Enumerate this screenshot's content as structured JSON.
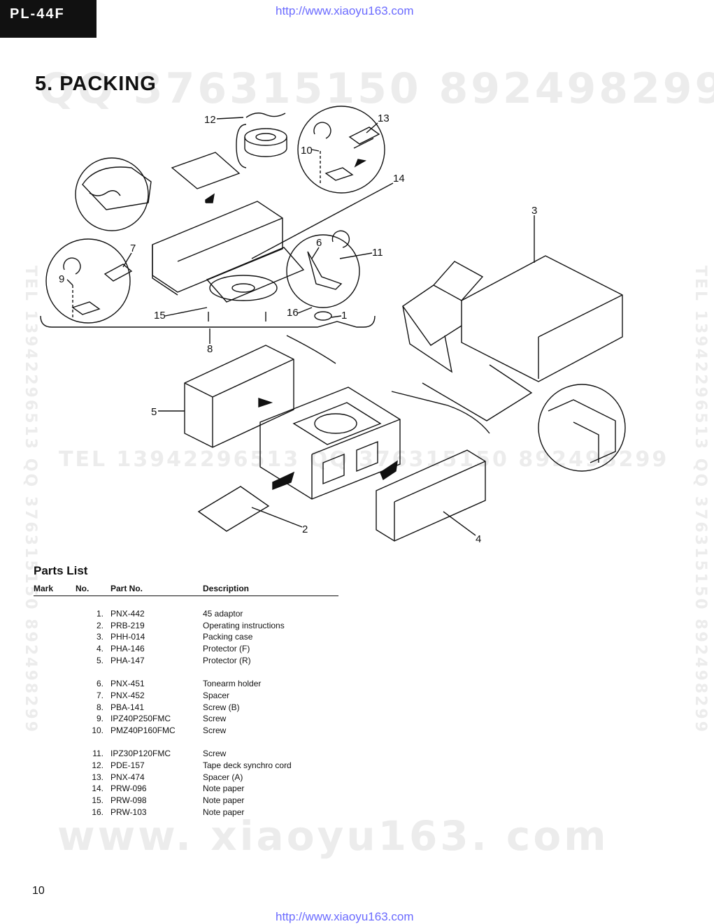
{
  "header": {
    "model": "PL-44F",
    "url": "http://www.xiaoyu163.com"
  },
  "watermarks": {
    "top": "QQ 376315150   892498299",
    "middle": "TEL 13942296513   QQ 376315150   892498299",
    "bottom": "www. xiaoyu163. com",
    "left_vertical": "TEL 13942296513 QQ 376315150 892498299",
    "right_vertical": "TEL 13942296513 QQ 376315150 892498299"
  },
  "section": {
    "title": "5. PACKING"
  },
  "diagram": {
    "callouts": [
      "12",
      "13",
      "10",
      "14",
      "3",
      "7",
      "6",
      "11",
      "9",
      "15",
      "16",
      "1",
      "8",
      "5",
      "2",
      "4"
    ]
  },
  "parts_list": {
    "title": "Parts List",
    "columns": [
      "Mark",
      "No.",
      "Part No.",
      "Description"
    ],
    "groups": [
      [
        {
          "mark": "",
          "no": "1.",
          "part": "PNX-442",
          "desc": "45 adaptor"
        },
        {
          "mark": "",
          "no": "2.",
          "part": "PRB-219",
          "desc": "Operating instructions"
        },
        {
          "mark": "",
          "no": "3.",
          "part": "PHH-014",
          "desc": "Packing case"
        },
        {
          "mark": "",
          "no": "4.",
          "part": "PHA-146",
          "desc": "Protector (F)"
        },
        {
          "mark": "",
          "no": "5.",
          "part": "PHA-147",
          "desc": "Protector (R)"
        }
      ],
      [
        {
          "mark": "",
          "no": "6.",
          "part": "PNX-451",
          "desc": "Tonearm holder"
        },
        {
          "mark": "",
          "no": "7.",
          "part": "PNX-452",
          "desc": "Spacer"
        },
        {
          "mark": "",
          "no": "8.",
          "part": "PBA-141",
          "desc": "Screw (B)"
        },
        {
          "mark": "",
          "no": "9.",
          "part": "IPZ40P250FMC",
          "desc": "Screw"
        },
        {
          "mark": "",
          "no": "10.",
          "part": "PMZ40P160FMC",
          "desc": "Screw"
        }
      ],
      [
        {
          "mark": "",
          "no": "11.",
          "part": "IPZ30P120FMC",
          "desc": "Screw"
        },
        {
          "mark": "",
          "no": "12.",
          "part": "PDE-157",
          "desc": "Tape deck synchro cord"
        },
        {
          "mark": "",
          "no": "13.",
          "part": "PNX-474",
          "desc": "Spacer (A)"
        },
        {
          "mark": "",
          "no": "14.",
          "part": "PRW-096",
          "desc": "Note paper"
        },
        {
          "mark": "",
          "no": "15.",
          "part": "PRW-098",
          "desc": "Note paper"
        },
        {
          "mark": "",
          "no": "16.",
          "part": "PRW-103",
          "desc": "Note paper"
        }
      ]
    ]
  },
  "footer": {
    "page_number": "10"
  }
}
